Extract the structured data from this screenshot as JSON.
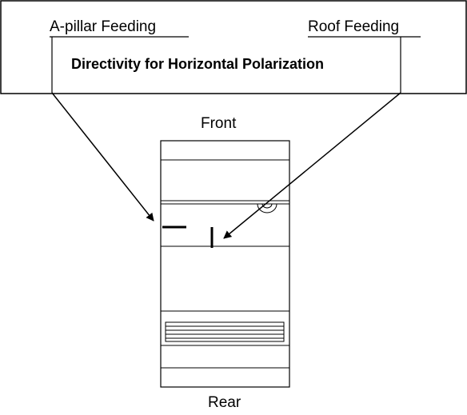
{
  "diagram": {
    "labels": {
      "a_pillar_feeding": "A-pillar Feeding",
      "roof_feeding": "Roof Feeding",
      "title": "Directivity for Horizontal Polarization",
      "front": "Front",
      "rear": "Rear"
    },
    "colors": {
      "line": "#000000",
      "background": "#ffffff"
    }
  }
}
